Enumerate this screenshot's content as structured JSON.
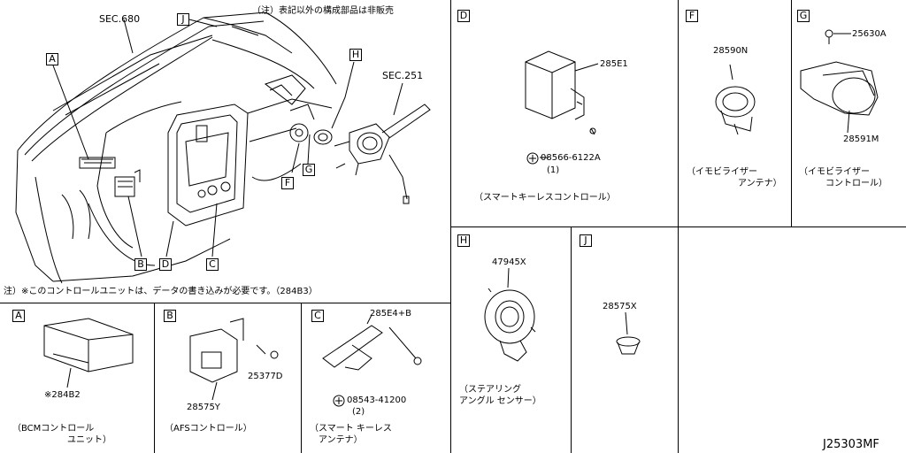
{
  "note_top": "（注）表記以外の構成部品は非販売",
  "note_mid": "注）※このコントロールユニットは、データの書き込みが必要です。（284B3）",
  "drawing_id": "J25303MF",
  "callouts": {
    "sec680": "SEC.680",
    "sec251": "SEC.251",
    "letters": [
      "J",
      "A",
      "H",
      "F",
      "G",
      "B",
      "D",
      "C"
    ]
  },
  "panels": {
    "D": {
      "letter": "D",
      "parts": [
        "285E1",
        "08566-6122A",
        "(1)"
      ],
      "caption": "（スマートキーレスコントロール）"
    },
    "F": {
      "letter": "F",
      "parts": [
        "28590N"
      ],
      "caption1": "（イモビライザー",
      "caption2": "アンテナ）"
    },
    "G": {
      "letter": "G",
      "parts": [
        "25630A",
        "28591M"
      ],
      "caption1": "（イモビライザー",
      "caption2": "コントロール）"
    },
    "H": {
      "letter": "H",
      "parts": [
        "47945X"
      ],
      "caption1": "（ステアリング",
      "caption2": "アングル センサー）"
    },
    "J": {
      "letter": "J",
      "parts": [
        "28575X"
      ]
    },
    "A": {
      "letter": "A",
      "parts": [
        "※284B2"
      ],
      "caption1": "（BCMコントロール",
      "caption2": "ユニット）"
    },
    "B": {
      "letter": "B",
      "parts": [
        "25377D",
        "28575Y"
      ],
      "caption": "（AFSコントロール）"
    },
    "C": {
      "letter": "C",
      "parts": [
        "285E4+B",
        "08543-41200",
        "(2)"
      ],
      "caption1": "（スマート キーレス",
      "caption2": "アンテナ）"
    }
  }
}
